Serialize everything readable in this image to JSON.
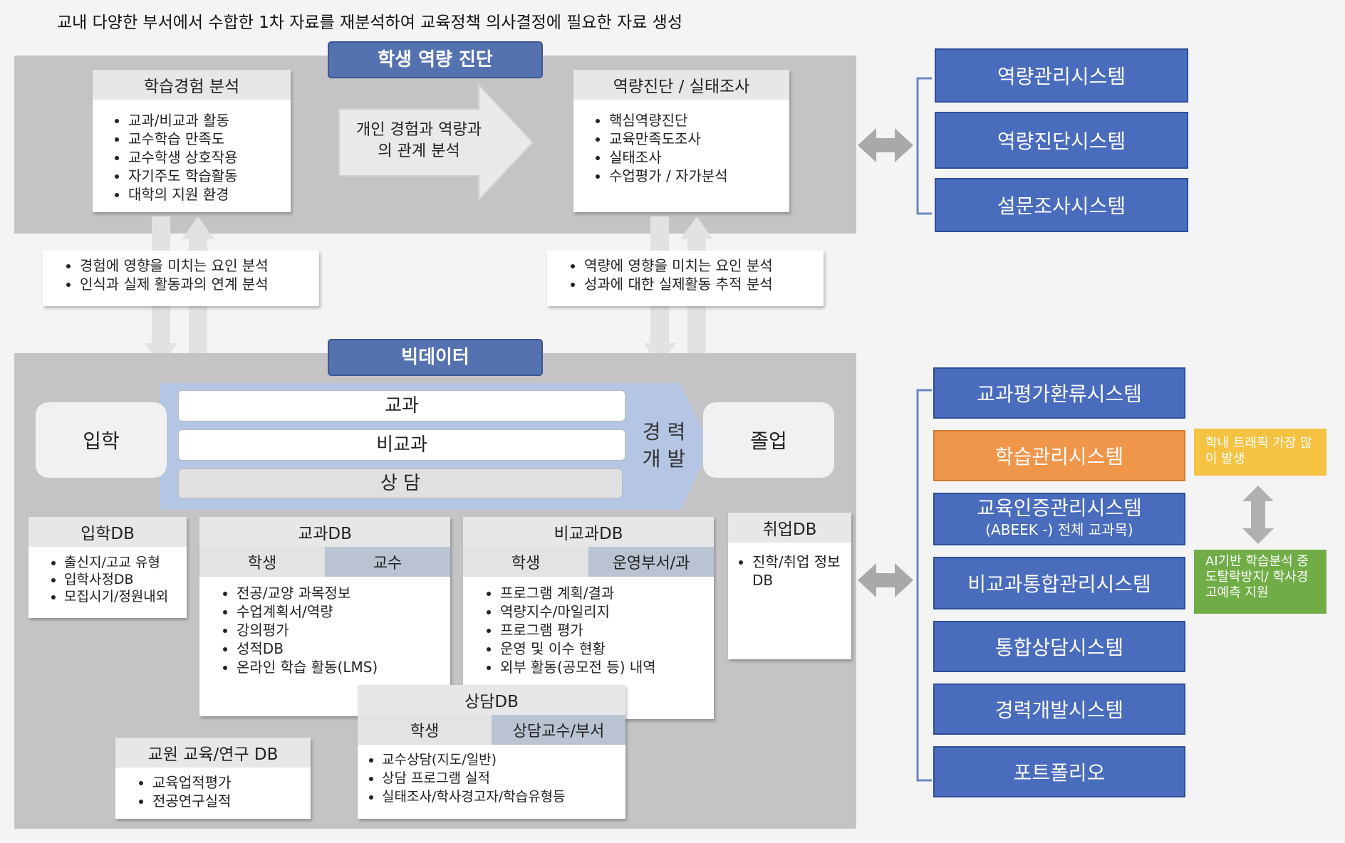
{
  "title": "교내 다양한 부서에서 수합한 1차 자료를 재분석하여 교육정책 의사결정에 필요한 자료 생성",
  "top_section": {
    "header": "학생 역량 진단",
    "learning_exp": {
      "title": "학습경험 분석",
      "items": [
        "교과/비교과 활동",
        "교수학습 만족도",
        "교수학생 상호작용",
        "자기주도 학습활동",
        "대학의 지원 환경"
      ]
    },
    "arrow_text": "개인 경험과 역량과 의 관계 분석",
    "competency": {
      "title": "역량진단 / 실태조사",
      "items": [
        "핵심역량진단",
        "교육만족도조사",
        "실태조사",
        "수업평가 / 자가분석"
      ]
    },
    "left_note": [
      "경험에 영향을 미치는 요인 분석",
      "인식과 실제 활동과의 연계 분석"
    ],
    "right_note": [
      "역량에 영향을 미치는 요인 분석",
      "성과에 대한 실제활동 추적 분석"
    ]
  },
  "bigdata": {
    "header": "빅데이터",
    "admission": "입학",
    "graduation": "졸업",
    "tracks": [
      "교과",
      "비교과",
      "상 담"
    ],
    "career": "경 력 개 발",
    "admission_db": {
      "title": "입학DB",
      "items": [
        "출신지/고교 유형",
        "입학사정DB",
        "모집시기/정원내외"
      ]
    },
    "course_db": {
      "title": "교과DB",
      "left": "학생",
      "right": "교수",
      "items": [
        "전공/교양 과목정보",
        "수업계획서/역량",
        "강의평가",
        "성적DB",
        "온라인 학습 활동(LMS)"
      ]
    },
    "noncourse_db": {
      "title": "비교과DB",
      "left": "학생",
      "right": "운영부서/과",
      "items": [
        "프로그램 계획/결과",
        "역량지수/마일리지",
        "프로그램 평가",
        "운영 및 이수 현황",
        "외부 활동(공모전 등) 내역"
      ]
    },
    "employ_db": {
      "title": "취업DB",
      "items": [
        "진학/취업 정보 DB"
      ]
    },
    "counsel_db": {
      "title": "상담DB",
      "left": "학생",
      "right": "상담교수/부서",
      "items": [
        "교수상담(지도/일반)",
        "상담 프로그램 실적",
        "실태조사/학사경고자/학습유형등"
      ]
    },
    "faculty_db": {
      "title": "교원 교육/연구 DB",
      "items": [
        "교육업적평가",
        "전공연구실적"
      ]
    }
  },
  "systems_top": [
    "역량관리시스템",
    "역량진단시스템",
    "설문조사시스템"
  ],
  "systems_bottom": [
    {
      "label": "교과평가환류시스템"
    },
    {
      "label": "학습관리시스템"
    },
    {
      "label": "교육인증관리시스템",
      "sub": "(ABEEK -) 전체 교과목)"
    },
    {
      "label": "비교과통합관리시스템"
    },
    {
      "label": "통합상담시스템"
    },
    {
      "label": "경력개발시스템"
    },
    {
      "label": "포트폴리오"
    }
  ],
  "side_notes": {
    "traffic": "학내 트래픽 가장 많이 발생",
    "ai": "AI기반 학습분석 중도탈락방지/ 학사경고예측 지원"
  },
  "colors": {
    "system_blue": "#4a6cbd",
    "orange": "#f0964a",
    "yellow": "#f5c242",
    "green": "#70ad47",
    "panel_gray": "#c4c4c4"
  }
}
